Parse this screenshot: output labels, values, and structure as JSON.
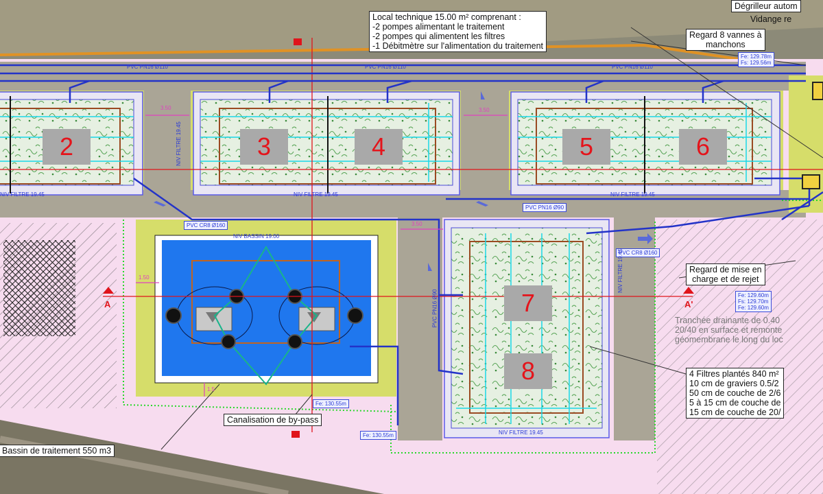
{
  "filters": [
    {
      "id": "filter-2",
      "label": "2"
    },
    {
      "id": "filter-3",
      "label": "3"
    },
    {
      "id": "filter-4",
      "label": "4"
    },
    {
      "id": "filter-5",
      "label": "5"
    },
    {
      "id": "filter-6",
      "label": "6"
    },
    {
      "id": "filter-7",
      "label": "7"
    },
    {
      "id": "filter-8",
      "label": "8"
    }
  ],
  "callouts": {
    "local_technique": [
      "Local technique 15.00 m² comprenant :",
      "-2 pompes alimentant le traitement",
      "-2 pompes qui alimentent les filtres",
      "-1 Débitmètre sur l'alimentation du traitement"
    ],
    "degrilleur": "Dégrilleur autom",
    "vidange": "Vidange re",
    "regard_vannes": [
      "Regard 8 vannes à",
      "manchons"
    ],
    "regard_mise": [
      "Regard de mise en",
      "charge et de rejet"
    ],
    "tranchee": [
      "Tranchée drainante de 0.40",
      "20/40 en surface et remonte",
      "géomembrane le long du loc"
    ],
    "filtres_plantes": [
      "4 Filtres plantés 840 m²",
      "10 cm de graviers 0.5/2",
      "50 cm de couche de 2/6",
      "5 à 15 cm de couche de",
      "15 cm de couche de 20/"
    ],
    "bypass": "Canalisation de by-pass",
    "bassin": "Bassin de traitement 550 m3"
  },
  "pipes": {
    "pvc_top_1": "PVC PN16 Ø110",
    "pvc_top_2": "PVC PN16 Ø110",
    "pvc_top_3": "PVC PN16 Ø110",
    "pvc_cr8_mid": "PVC CR8 Ø160",
    "pvc_pn16_mid": "PVC PN16 Ø90",
    "pvc_cr8_right": "PVC CR8 Ø160",
    "pvc_vertical": "PVC PN16 Ø90"
  },
  "levels": {
    "niv_filtre_1": "NIV FILTRE 19.45",
    "niv_filtre_2": "NIV FILTRE 19.45",
    "niv_filtre_3": "NIV FILTRE 19.45",
    "niv_filtre_v1": "NIV FILTRE 19.45",
    "niv_filtre_v2": "NIV FILTRE 19.45",
    "niv_filtre_v3": "NIV FILTRE 19.45",
    "niv_bassin": "NIV BASSIN 19.00",
    "fe_top": [
      "Fe: 129.78m",
      "Fs: 129.56m"
    ],
    "fe_right": [
      "Fe: 129.60m",
      "Fs: 129.70m",
      "Fe: 129.60m"
    ],
    "fe_bottom_1": "Fe: 130.55m",
    "fe_bottom_2": "Fe: 130.55m"
  },
  "dims": {
    "d1": "3.50",
    "d2": "3.50",
    "d3": "3.50",
    "d4": "1.50",
    "d5": "1.5"
  },
  "sections": {
    "a_left": "A",
    "a_right": "A'"
  },
  "colors": {
    "aerial": "#8c8a78",
    "pink": "#f7dcef",
    "yellow": "#d6dd6a",
    "gravel": "#aaa596",
    "road": "#e09225",
    "basin": "#1f77ee",
    "pipe": "#2333c8",
    "red": "#e0141b",
    "cyan": "#18d8e8",
    "green": "#28d82a"
  }
}
